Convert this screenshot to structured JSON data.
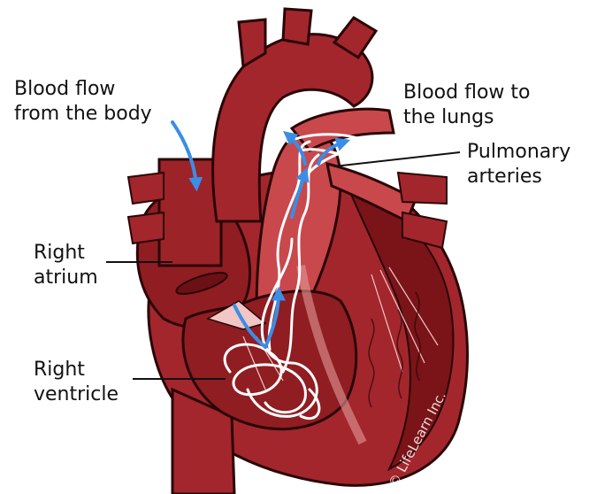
{
  "labels": {
    "body_flow": [
      "Blood flow",
      "from the body"
    ],
    "lung_flow": [
      "Blood flow to",
      "the lungs"
    ],
    "pulmonary": [
      "Pulmonary",
      "arteries"
    ],
    "right_atrium": [
      "Right",
      "atrium"
    ],
    "right_ventricle": [
      "Right",
      "ventricle"
    ]
  },
  "watermark": "© LifeLearn Inc.",
  "colors": {
    "heart_dark": "#7a1418",
    "heart_mid": "#a3262c",
    "heart_light": "#c8484c",
    "vessel_pink": "#e39a9a",
    "valve_pink": "#f1c6c4",
    "outline": "#2a0507",
    "flow_arrow": "#3a8ee6",
    "flow_line": "#ffffff"
  }
}
